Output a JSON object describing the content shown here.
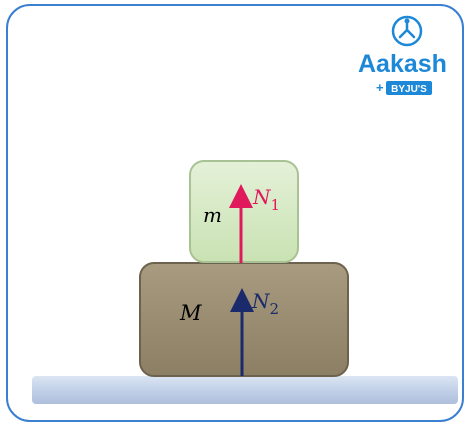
{
  "brand": {
    "name": "Aakash",
    "sub": "BYJU'S",
    "color": "#1e88d8"
  },
  "diagram": {
    "small_block_label": "m",
    "large_block_label": "M",
    "force_top": {
      "symbol": "N",
      "subscript": "1",
      "color": "#e0185c"
    },
    "force_bottom": {
      "symbol": "N",
      "subscript": "2",
      "color": "#1b2a6b"
    },
    "colors": {
      "small_block": "#d6ebc4",
      "large_block": "#9a8d72",
      "ground": "#c7d5ea"
    }
  }
}
